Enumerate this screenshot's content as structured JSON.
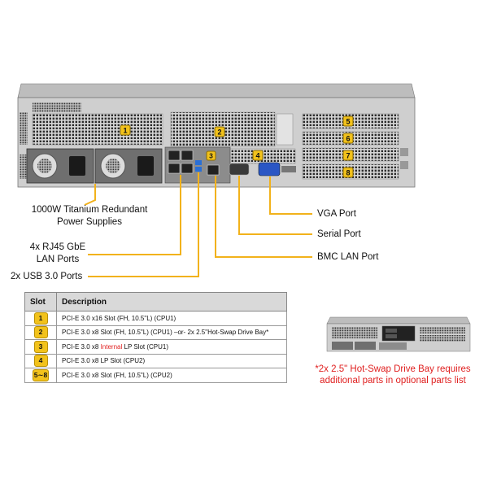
{
  "callouts": {
    "power": "1000W Titanium Redundant Power Supplies",
    "rj45": "4x RJ45 GbE LAN Ports",
    "usb": "2x USB 3.0 Ports",
    "vga": "VGA Port",
    "serial": "Serial Port",
    "bmc": "BMC LAN Port"
  },
  "chassis_badges": [
    "1",
    "2",
    "3",
    "4",
    "5",
    "6",
    "7",
    "8"
  ],
  "table": {
    "headers": [
      "Slot",
      "Description"
    ],
    "rows": [
      {
        "slot": "1",
        "desc": "PCI-E 3.0 x16 Slot (FH, 10.5\"L) (CPU1)"
      },
      {
        "slot": "2",
        "desc": "PCI-E 3.0 x8 Slot (FH, 10.5\"L) (CPU1) –or- 2x 2.5\"Hot-Swap Drive Bay*"
      },
      {
        "slot": "3",
        "desc_pre": "PCI-E 3.0 x8 ",
        "desc_red": "Internal",
        "desc_post": " LP Slot (CPU1)"
      },
      {
        "slot": "4",
        "desc": "PCI-E 3.0 x8 LP Slot (CPU2)"
      },
      {
        "slot": "5∼8",
        "desc": "PCI-E 3.0 x8 Slot (FH, 10.5\"L) (CPU2)"
      }
    ]
  },
  "note": "*2x 2.5\" Hot-Swap Drive Bay requires additional parts in optional parts list",
  "colors": {
    "badge": "#f2c21b",
    "leader": "#f2b21b",
    "note": "#e02020"
  }
}
